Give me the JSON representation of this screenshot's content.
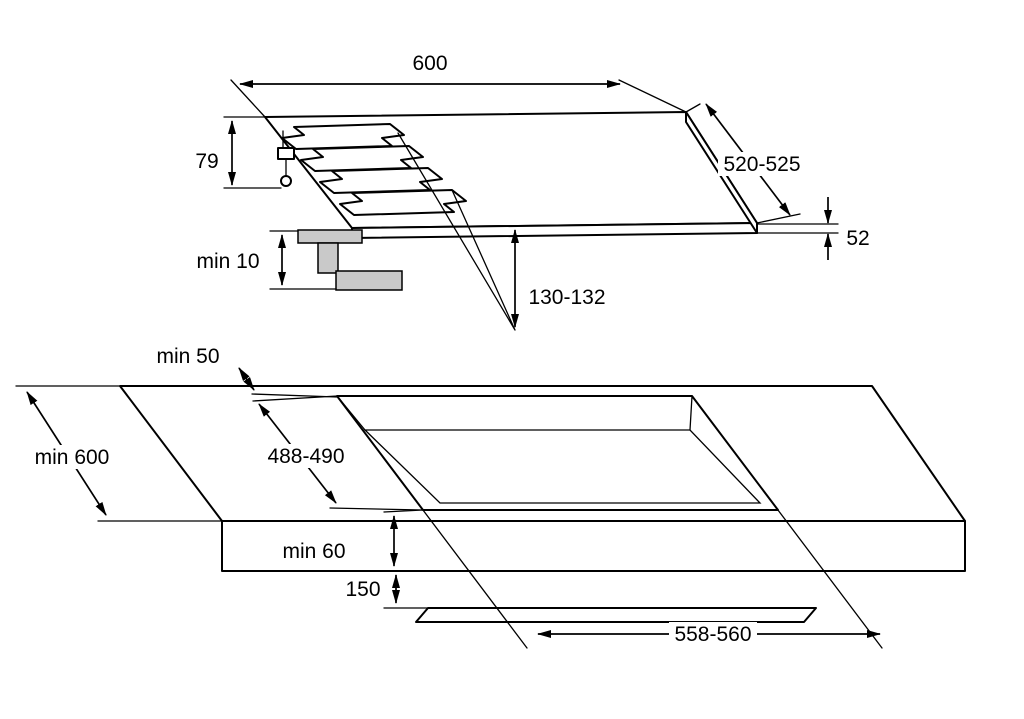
{
  "diagram": {
    "title": "hob-installation-drawing",
    "colors": {
      "line": "#000000",
      "background": "#ffffff",
      "bracket_fill": "#c9c9c9"
    }
  },
  "dims": {
    "hob_width": "600",
    "hob_depth": "520-525",
    "hob_profile_height": "79",
    "hob_thickness": "52",
    "bracket_clearance": "min 10",
    "burner_dimension": "130-132",
    "rear_clearance": "min 50",
    "worktop_depth": "min 600",
    "cutout_depth": "488-490",
    "front_clearance": "min 60",
    "shelf_clearance": "150",
    "cutout_width": "558-560"
  }
}
